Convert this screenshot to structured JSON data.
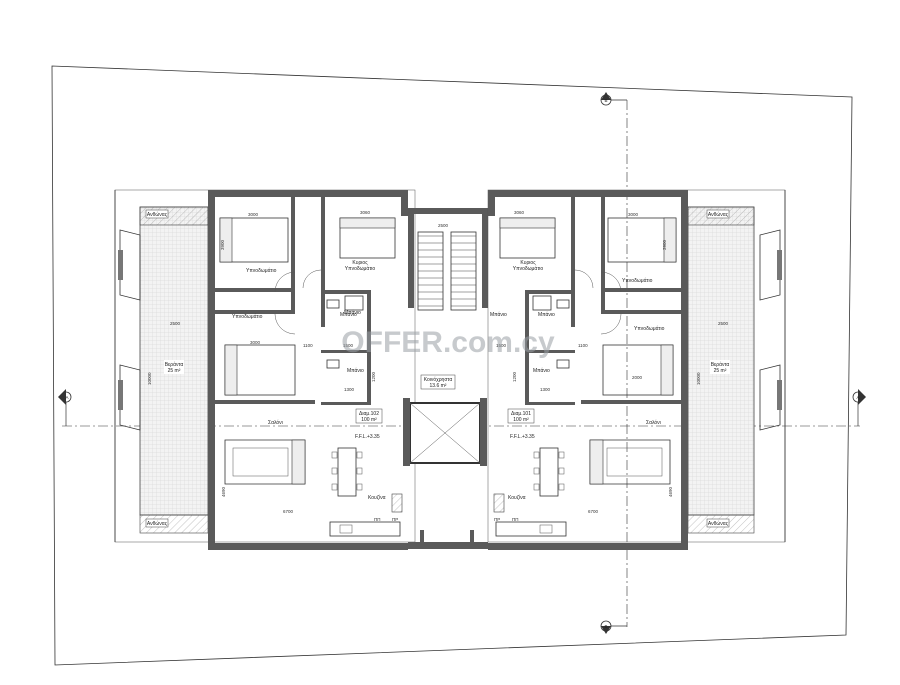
{
  "rooms": {
    "bedroom": "Υπνοδωμάτιο",
    "master_bedroom_1": "Κυριος",
    "master_bedroom_2": "Υπνοδωμάτιο",
    "bathroom": "Μπάνιο",
    "living": "Σαλόνι",
    "kitchen": "Κουζίνα",
    "balcony_upper": "Ανθώνας",
    "balcony_lower": "Ανθώνας",
    "veranda": "Βεράντα",
    "veranda_area": "25 m²"
  },
  "landing": {
    "label": "Κοινόχρηστα",
    "area": "13.6 m²"
  },
  "apartment_left": {
    "name": "Διαμ.102",
    "area": "100 m²",
    "ffl": "F.F.L.+3.35"
  },
  "apartment_right": {
    "name": "Διαμ.101",
    "area": "100 m²",
    "ffl": "F.F.L.+3.35"
  },
  "section_marks": {
    "a": "A",
    "b": "B"
  },
  "dimensions": {
    "d3000": "3000",
    "d3060": "3060",
    "d2500": "2500",
    "d6700": "6700",
    "d1100": "1100",
    "d1500": "1500",
    "d1300": "1300",
    "d1200": "1200",
    "d10000": "10000",
    "d4690": "4690",
    "d2000": "2000",
    "d3900": "3900"
  },
  "fixtures": {
    "pp": "ΠΠ",
    "pr": "ΠΡ"
  },
  "watermark": "OFFER.com.cy"
}
